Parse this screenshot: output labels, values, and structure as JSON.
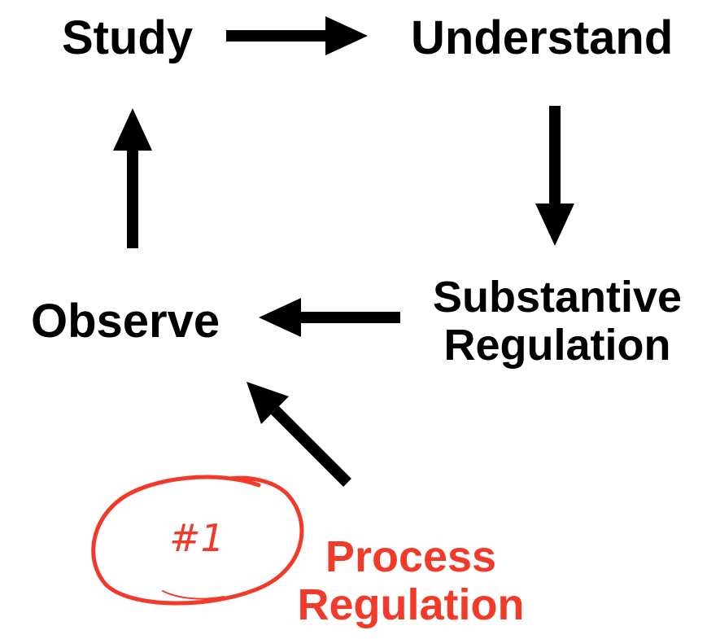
{
  "nodes": {
    "study": "Study",
    "understand": "Understand",
    "substantive_regulation": [
      "Substantive",
      "Regulation"
    ],
    "observe": "Observe",
    "process_regulation": [
      "Process",
      "Regulation"
    ]
  },
  "badge": {
    "label": "#1"
  },
  "colors": {
    "text": "#000000",
    "arrow": "#000000",
    "highlight": "#f23a2a"
  }
}
